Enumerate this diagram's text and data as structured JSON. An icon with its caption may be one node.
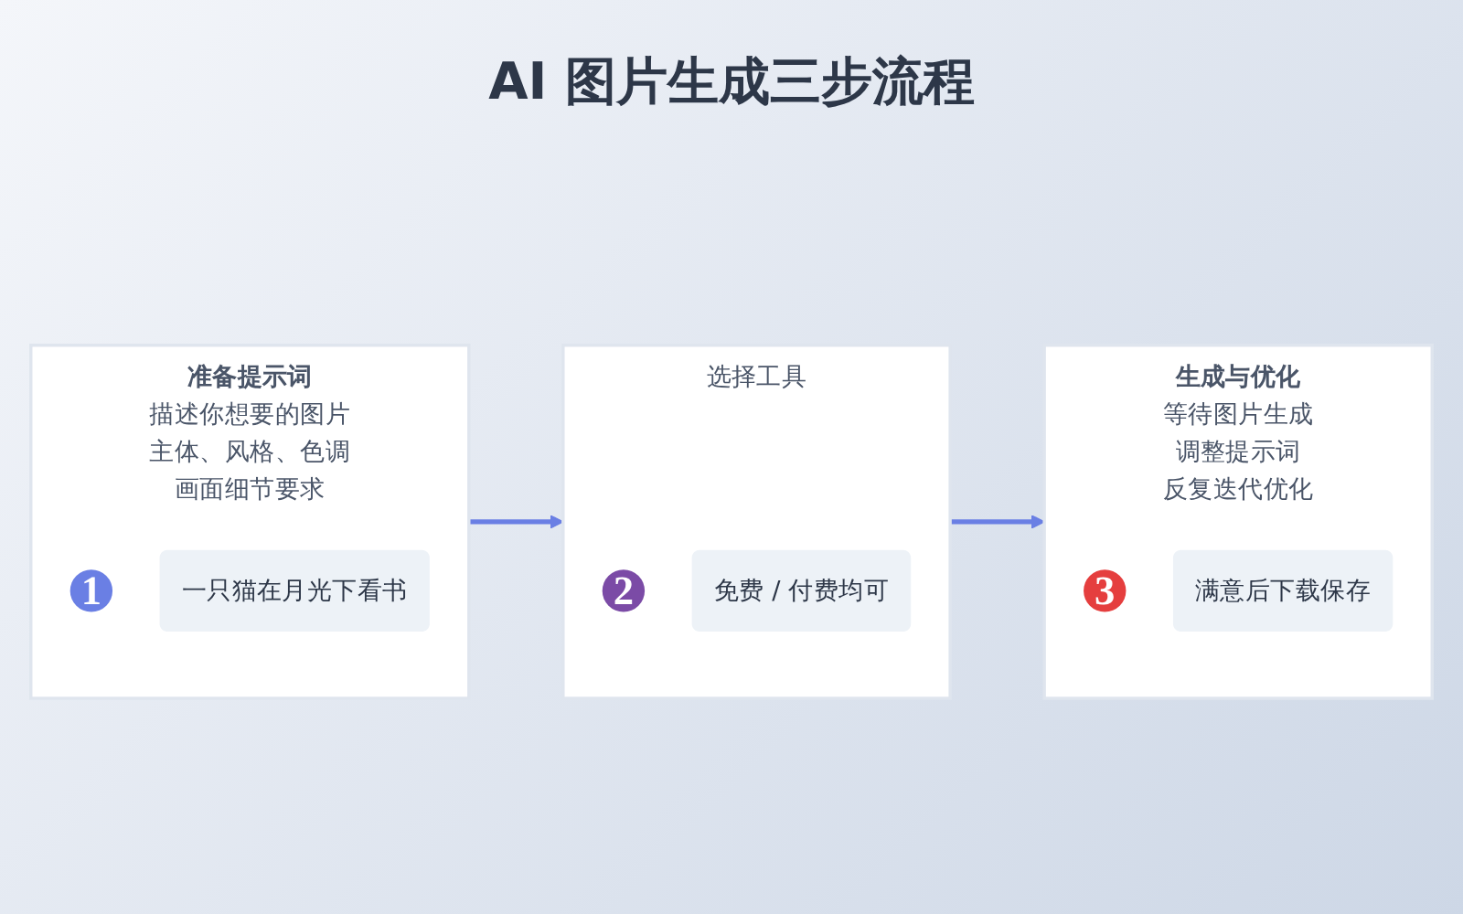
{
  "diagram": {
    "title": "AI 图片生成三步流程",
    "nodes": [
      {
        "text": [
          "准备提示词",
          "描述你想要的图片",
          "主体、风格、色调",
          "画面细节要求"
        ]
      },
      {
        "text": [
          "1"
        ],
        "in": 0
      },
      {
        "text": [
          "一只猫在月光下看书"
        ],
        "in": 0
      },
      {
        "text": [
          "选择工具"
        ]
      },
      {
        "text": [
          "2"
        ],
        "in": 3
      },
      {
        "text": [
          "免费 / 付费均可"
        ],
        "in": 3
      },
      {
        "text": [
          "生成与优化",
          "等待图片生成",
          "调整提示词",
          "反复迭代优化"
        ]
      },
      {
        "text": [
          "3"
        ],
        "in": 6
      },
      {
        "text": [
          "满意后下载保存"
        ],
        "in": 6
      }
    ],
    "edges": [
      {
        "from": 0,
        "to": 3,
        "arrow": "to"
      },
      {
        "from": 3,
        "to": 6,
        "arrow": "to"
      }
    ]
  }
}
